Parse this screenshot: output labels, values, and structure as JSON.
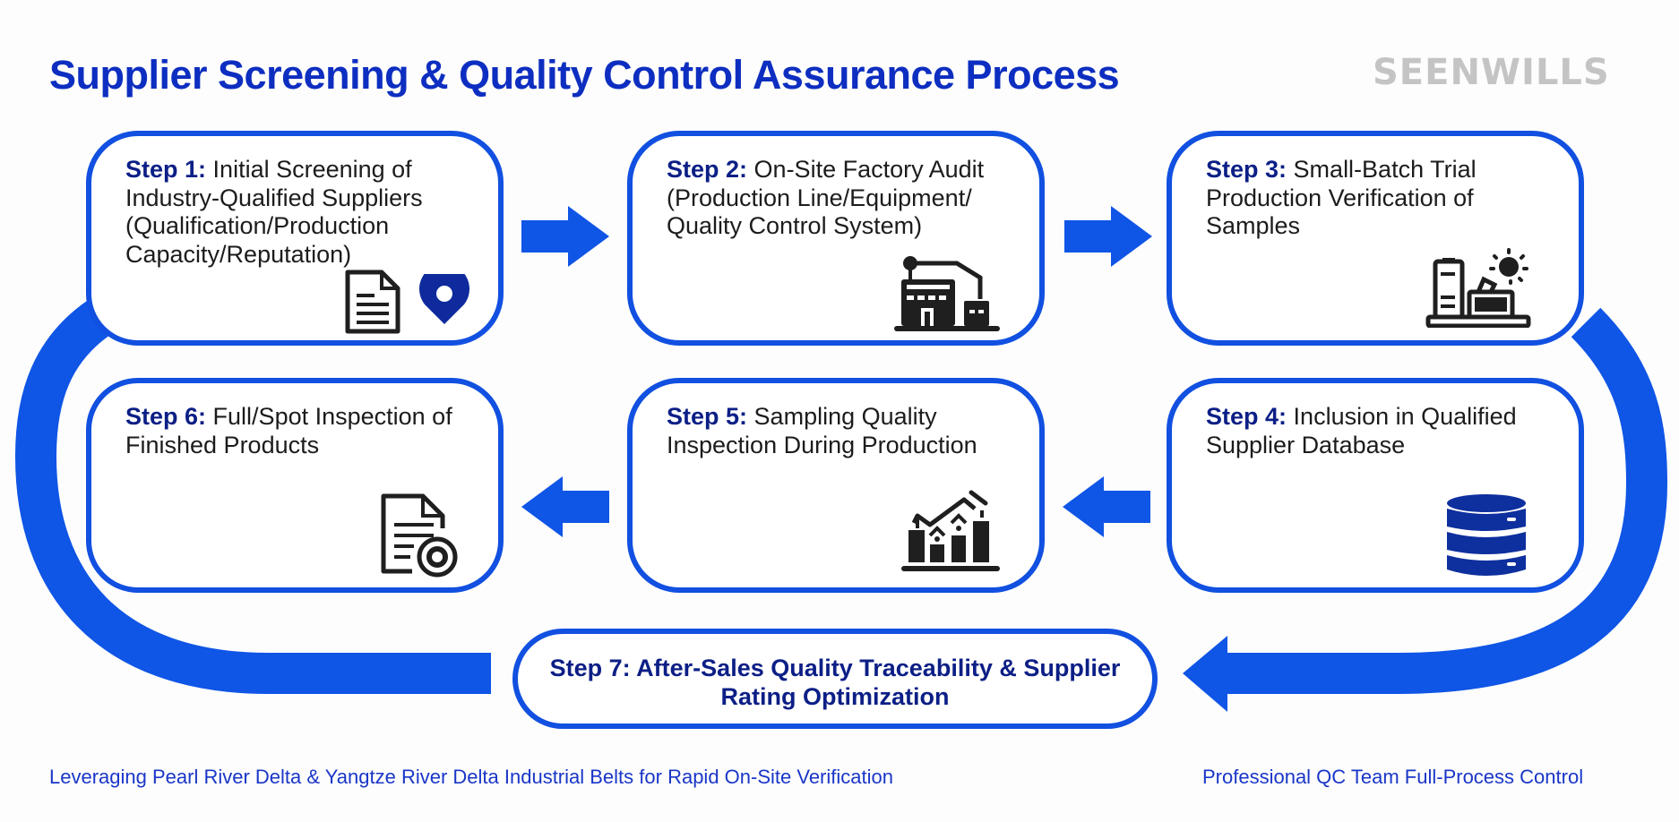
{
  "header": {
    "title": "Supplier Screening & Quality Control Assurance Process",
    "brand": "SEENWILLS"
  },
  "colors": {
    "accent_blue": "#1150e0",
    "title_blue": "#0d2ec0",
    "step_label_navy": "#0c1f86",
    "brand_gray": "#c4c4c4",
    "icon_dark": "#1f1f1f"
  },
  "steps": [
    {
      "label": "Step 1:",
      "text": "Initial Screening of Industry-Qualified Suppliers (Qualification/Production Capacity/Reputation)",
      "icons": [
        "document-icon",
        "location-pin-icon"
      ]
    },
    {
      "label": "Step 2:",
      "text": "On-Site Factory Audit (Production Line/Equipment/ Quality Control System)",
      "icons": [
        "factory-icon"
      ]
    },
    {
      "label": "Step 3:",
      "text": "Small-Batch Trial Production Verification of Samples",
      "icons": [
        "sample-test-lab-icon"
      ]
    },
    {
      "label": "Step 4:",
      "text": "Inclusion in Qualified Supplier Database",
      "icons": [
        "database-icon"
      ]
    },
    {
      "label": "Step 5:",
      "text": "Sampling Quality Inspection During Production",
      "icons": [
        "bar-chart-trend-icon"
      ]
    },
    {
      "label": "Step 6:",
      "text": "Full/Spot Inspection of Finished Products",
      "icons": [
        "document-inspection-icon"
      ]
    },
    {
      "label": "Step 7:",
      "text": "After-Sales Quality Traceability & Supplier Rating Optimization",
      "icons": []
    }
  ],
  "flow_arrows": [
    {
      "from": "Step 1",
      "to": "Step 2",
      "direction": "right"
    },
    {
      "from": "Step 2",
      "to": "Step 3",
      "direction": "right"
    },
    {
      "from": "Step 3",
      "to": "Step 4",
      "direction": "curved-down"
    },
    {
      "from": "Step 4",
      "to": "Step 5",
      "direction": "left"
    },
    {
      "from": "Step 5",
      "to": "Step 6",
      "direction": "left"
    },
    {
      "from": "Step 4",
      "to": "Step 7",
      "direction": "curved-left"
    },
    {
      "from": "Step 7",
      "to": "Step 1",
      "direction": "curved-up-loop"
    }
  ],
  "footer": {
    "left": "Leveraging Pearl River Delta & Yangtze River Delta Industrial Belts for Rapid On-Site Verification",
    "right": "Professional QC Team Full-Process Control"
  }
}
